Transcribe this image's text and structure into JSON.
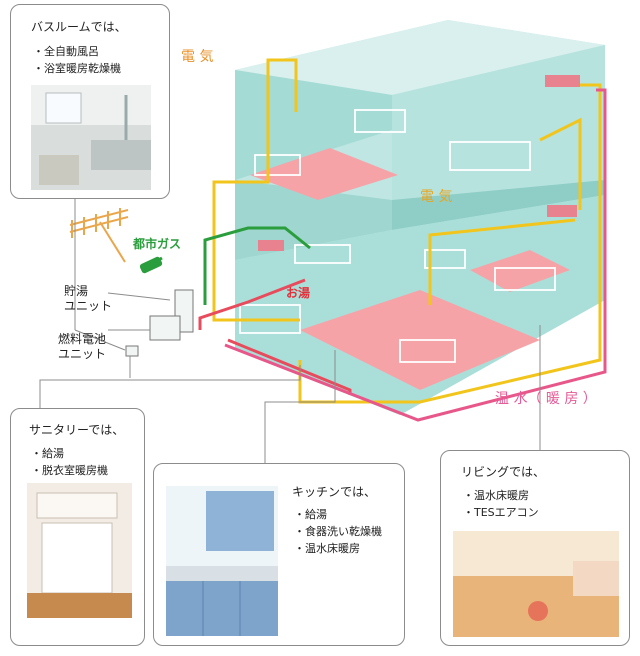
{
  "callouts": {
    "bathroom": {
      "title": "バスルームでは、",
      "items": [
        "全自動風呂",
        "浴室暖房乾燥機"
      ]
    },
    "sanitary": {
      "title": "サニタリーでは、",
      "items": [
        "給湯",
        "脱衣室暖房機"
      ]
    },
    "kitchen": {
      "title": "キッチンでは、",
      "items": [
        "給湯",
        "食器洗い乾燥機",
        "温水床暖房"
      ]
    },
    "living": {
      "title": "リビングでは、",
      "items": [
        "温水床暖房",
        "TESエアコン"
      ]
    }
  },
  "labels": {
    "electricity_top": "電 気",
    "electricity_mid": "電 気",
    "city_gas": "都市ガス",
    "hot_water": "お湯",
    "hot_water_heating": "温 水（ 暖 房 ）",
    "storage_unit": [
      "貯湯",
      "ユニット"
    ],
    "fuel_cell_unit": [
      "燃料電池",
      "ユニット"
    ]
  },
  "colors": {
    "electricity": "#f2c51c",
    "gas": "#2a9d3c",
    "hot_water": "#e84b5c",
    "hot_water_heating": "#e8578a",
    "house_wall": "#9fd9d4",
    "floor_heating": "#f6a3a8",
    "label_orange": "#e9922a",
    "label_green": "#2a9d3c",
    "label_red": "#e3303a",
    "label_pink": "#e55c96",
    "label_yellow": "#e6a622"
  }
}
